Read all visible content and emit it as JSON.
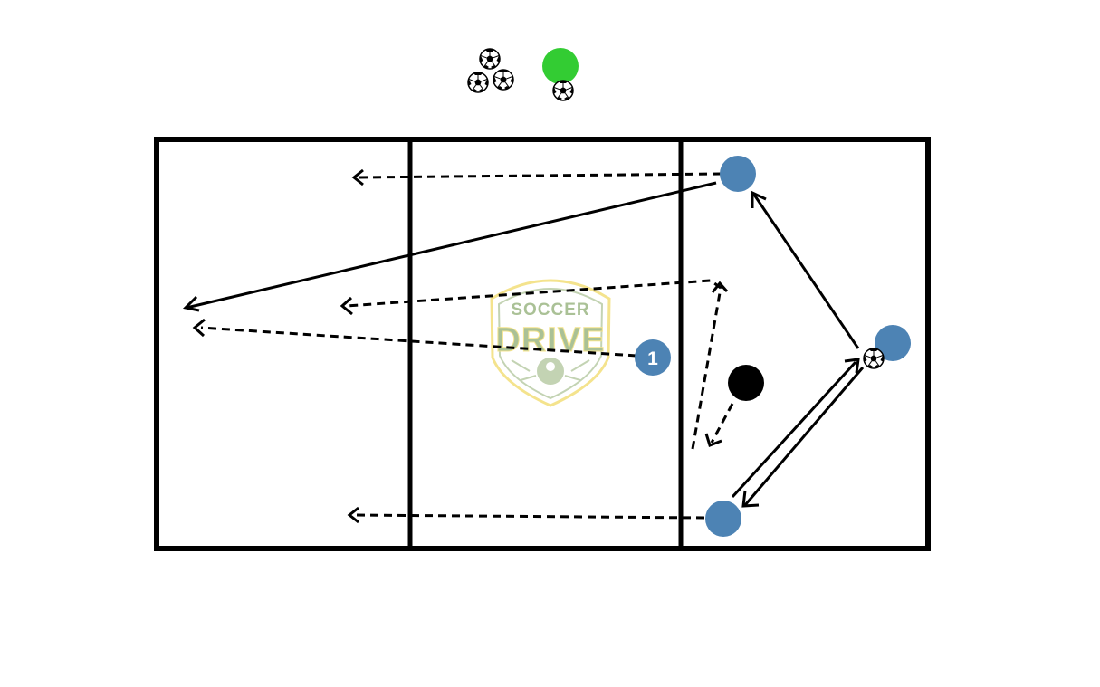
{
  "colors": {
    "pitch_line": "#000000",
    "attacker": "#4d83b4",
    "defender": "#000000",
    "server": "#33cc33",
    "logo_fill": "#9cb784",
    "logo_border": "#f3df7a",
    "player_label": "#ffffff"
  },
  "players": {
    "numbered_label": "1"
  },
  "logo": {
    "line1": "SOCCER",
    "line2": "DRIVE"
  },
  "icons": [
    "soccer-ball-icon",
    "attacker-player-icon",
    "defender-player-icon",
    "server-player-icon"
  ]
}
